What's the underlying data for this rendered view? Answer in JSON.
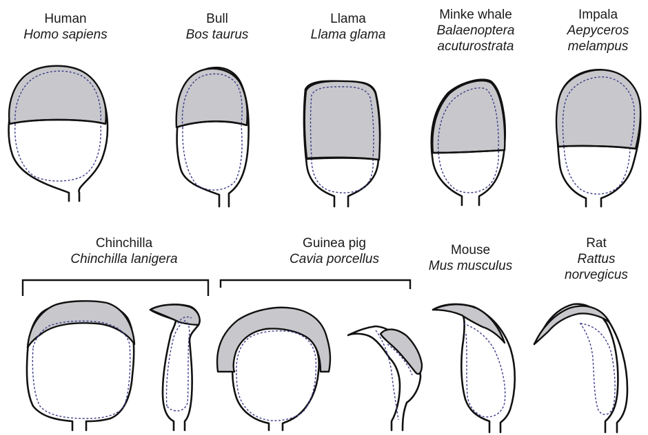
{
  "species": {
    "human": {
      "common": "Human",
      "scientific": "Homo sapiens"
    },
    "bull": {
      "common": "Bull",
      "scientific": "Bos taurus"
    },
    "llama": {
      "common": "Llama",
      "scientific": "Llama glama"
    },
    "minke": {
      "common": "Minke whale",
      "scientific_1": "Balaenoptera",
      "scientific_2": "acuturostrata"
    },
    "impala": {
      "common": "Impala",
      "scientific_1": "Aepyceros",
      "scientific_2": "melampus"
    },
    "chinchilla": {
      "common": "Chinchilla",
      "scientific": "Chinchilla lanigera"
    },
    "guinea_pig": {
      "common": "Guinea pig",
      "scientific": "Cavia porcellus"
    },
    "mouse": {
      "common": "Mouse",
      "scientific": "Mus musculus"
    },
    "rat": {
      "common": "Rat",
      "scientific_1": "Rattus",
      "scientific_2": "norvegicus"
    }
  },
  "colors": {
    "acrosome_fill": "#c8c8cc",
    "outline": "#111111",
    "nucleus_dashed": "#3a3a8a"
  }
}
